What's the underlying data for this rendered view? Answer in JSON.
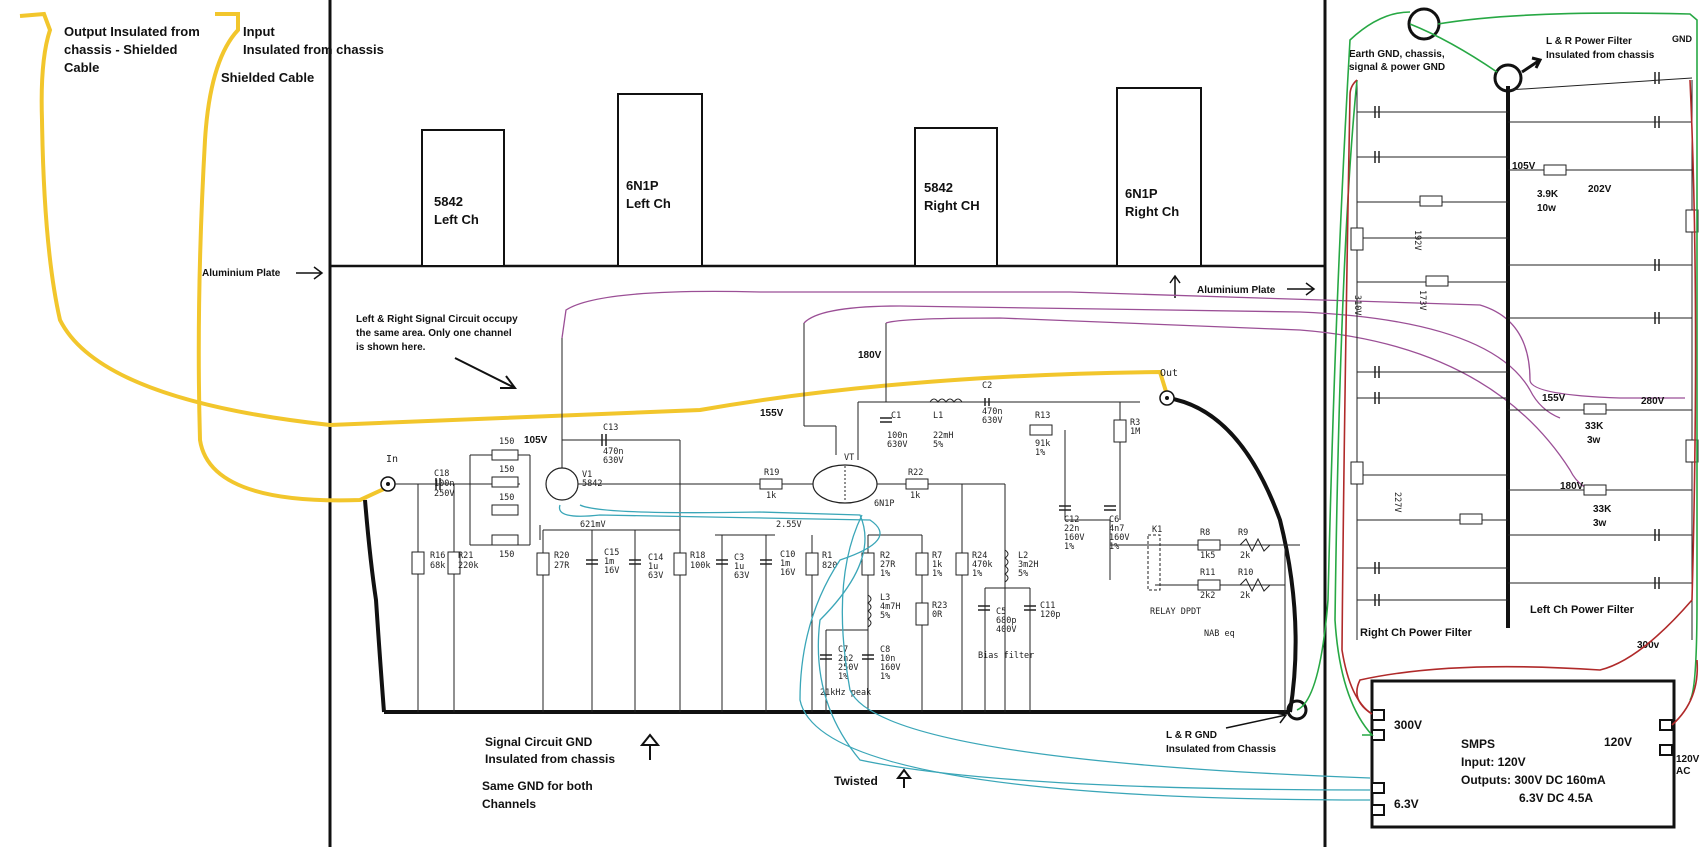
{
  "labels": {
    "output_note": [
      "Output Insulated from",
      "chassis - Shielded",
      "Cable"
    ],
    "input_note": [
      "Input",
      "Insulated from chassis"
    ],
    "shielded_cable": "Shielded Cable",
    "aluminium_plate_left": "Aluminium Plate",
    "aluminium_plate_right": "Aluminium Plate",
    "tube1": [
      "5842",
      "Left Ch"
    ],
    "tube2": [
      "6N1P",
      "Left Ch"
    ],
    "tube3": [
      "5842",
      "Right CH"
    ],
    "tube4": [
      "6N1P",
      "Right Ch"
    ],
    "occupy_note": [
      "Left & Right Signal Circuit occupy",
      "the same area. Only one channel",
      "is shown here."
    ],
    "earth_note": [
      "Earth GND, chassis,",
      "signal & power GND"
    ],
    "lr_power_note": [
      "L & R Power Filter",
      "Insulated from chassis"
    ],
    "gnd_label": "GND",
    "signal_gnd_note": [
      "Signal Circuit GND",
      "Insulated from chassis"
    ],
    "same_gnd_note": [
      "Same GND for both",
      "Channels"
    ],
    "twisted": "Twisted",
    "lr_gnd_note": [
      "L & R GND",
      "Insulated from Chassis"
    ],
    "right_pf": "Right Ch Power Filter",
    "left_pf": "Left Ch Power Filter",
    "v300_small": "300v",
    "smps": [
      "SMPS",
      "Input: 120V",
      "Outputs: 300V DC 160mA",
      "6.3V DC 4.5A"
    ],
    "smps_300": "300V",
    "smps_63": "6.3V",
    "smps_120": "120V",
    "smps_120ac": [
      "120V",
      "AC"
    ],
    "in": "In",
    "out": "Out",
    "v105a": "105V",
    "v155a": "155V",
    "v180a": "180V",
    "v105b": "105V",
    "v202": "202V",
    "v155b": "155V",
    "v280": "280V",
    "v180b": "180V",
    "r39k": [
      "3.9K",
      "10w"
    ],
    "r33k1": [
      "33K",
      "3w"
    ],
    "r33k2": [
      "33K",
      "3w"
    ],
    "v621": "621mV",
    "v255": "2.55V",
    "v192": "192V",
    "v310": "310V",
    "v173": "173V",
    "v227": "227V"
  },
  "components": {
    "c18": [
      "C18",
      "100n",
      "250V"
    ],
    "r16": [
      "R16",
      "68k"
    ],
    "r21": [
      "R21",
      "220k"
    ],
    "r150": [
      "150",
      "150",
      "150",
      "150"
    ],
    "v1": [
      "V1",
      "5842"
    ],
    "c13": [
      "C13",
      "470n",
      "630V"
    ],
    "r20": [
      "R20",
      "27R"
    ],
    "c15": [
      "C15",
      "1m",
      "16V"
    ],
    "c14": [
      "C14",
      "1u",
      "63V"
    ],
    "r18": [
      "R18",
      "100k"
    ],
    "c3": [
      "C3",
      "1u",
      "63V"
    ],
    "c10": [
      "C10",
      "1m",
      "16V"
    ],
    "r19": [
      "R19",
      "1k"
    ],
    "r1": [
      "R1",
      "820"
    ],
    "r2": [
      "R2",
      "27R",
      "1%"
    ],
    "l3": [
      "L3",
      "4m7H",
      "5%"
    ],
    "c7": [
      "C7",
      "2n2",
      "250V",
      "1%"
    ],
    "c8": [
      "C8",
      "10n",
      "160V",
      "1%"
    ],
    "peak": "21kHz peak",
    "vt": [
      "VT",
      "6N1P"
    ],
    "c1": [
      "C1",
      "100n",
      "630V"
    ],
    "l1": [
      "L1",
      "22mH",
      "5%"
    ],
    "c2": [
      "C2",
      "470n",
      "630V"
    ],
    "r22": [
      "R22",
      "1k"
    ],
    "r7": [
      "R7",
      "1k",
      "1%"
    ],
    "r23": [
      "R23",
      "0R"
    ],
    "r24": [
      "R24",
      "470k",
      "1%"
    ],
    "l2": [
      "L2",
      "3m2H",
      "5%"
    ],
    "c5": [
      "C5",
      "680p",
      "400V"
    ],
    "c11": [
      "C11",
      "120p"
    ],
    "bias": "Bias filter",
    "r13": [
      "R13",
      "91k",
      "1%"
    ],
    "r3": [
      "R3",
      "1M"
    ],
    "c12": [
      "C12",
      "22n",
      "160V",
      "1%"
    ],
    "c6": [
      "C6",
      "4n7",
      "160V",
      "1%"
    ],
    "k1": "K1",
    "r8": [
      "R8",
      "1k5"
    ],
    "r9": [
      "R9",
      "2k"
    ],
    "r11": [
      "R11",
      "2k2"
    ],
    "r10": [
      "R10",
      "2k"
    ],
    "relay": "RELAY DPDT",
    "nab": "NAB eq"
  },
  "colors": {
    "yellow": "#f2c62c",
    "purple": "#9b4f96",
    "cyan": "#3aa6b8",
    "green": "#27a844",
    "red": "#b02a2a",
    "black": "#111111"
  }
}
